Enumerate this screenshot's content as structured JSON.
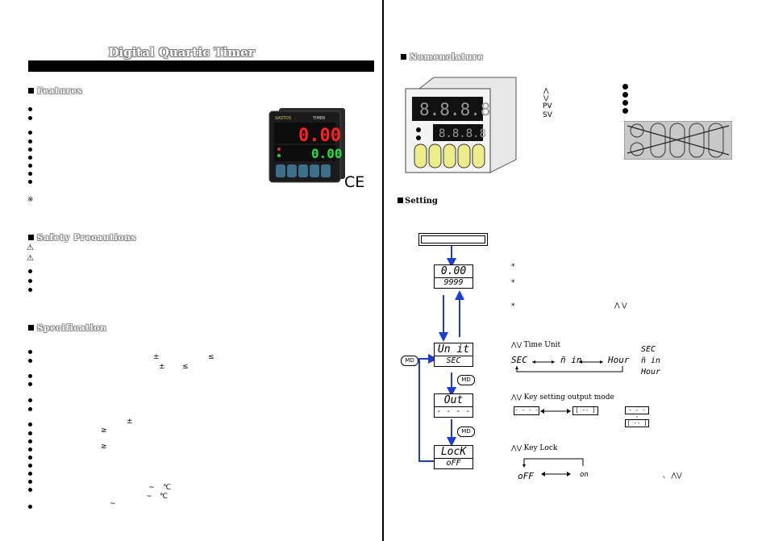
{
  "left": {
    "title": "Digital Quartic Timer",
    "features_heading": "Features",
    "note_symbol": "※",
    "safety_heading": "Safety Precautions",
    "spec_heading": "Specification",
    "spec_symbols": {
      "s1": "±",
      "s2": "≤",
      "s3": "±",
      "s4": "≤",
      "s5": "±",
      "s6": "≥",
      "s7": "≥",
      "s8": "~",
      "s9": "℃",
      "s10": "~",
      "s11": "℃",
      "s12": "~"
    },
    "device_brand": "SASTOS",
    "device_model": "TIMER",
    "device_pv": "0.00",
    "device_sv": "0.00",
    "ce_mark": "CE"
  },
  "right": {
    "nomenclature_heading": "Nomenclature",
    "pv_label": "PV",
    "sv_label": "SV",
    "front_pv_digits": "8.8.8.8",
    "front_sv_digits": "8.8.8.8",
    "setting_heading": "Setting",
    "notes": [
      "*",
      "*",
      "*"
    ],
    "note3_arrows": "⋀ ⋁",
    "screens": {
      "home": {
        "top": "0.00",
        "bottom": "9999"
      },
      "unit": {
        "top": "Un it",
        "bottom": "SEC"
      },
      "out": {
        "top": "Out",
        "bottom": "- - - -"
      },
      "lock": {
        "top": "LocK",
        "bottom": "oFF"
      }
    },
    "md_label": "MD",
    "time_unit": {
      "title": "Time Unit",
      "options": [
        "SEC",
        "ñ in",
        "Hour"
      ],
      "side_list": [
        "SEC",
        "ñ in",
        "Hour"
      ]
    },
    "key_output": {
      "title": "Key setting output mode",
      "options": [
        "- - - -",
        "[ -- ]"
      ],
      "side_list": [
        "- - - -",
        "[ -- ]"
      ]
    },
    "key_lock": {
      "title": "Key Lock",
      "options": [
        "oFF",
        "on"
      ],
      "tail": "、 ⋀⋁"
    }
  }
}
